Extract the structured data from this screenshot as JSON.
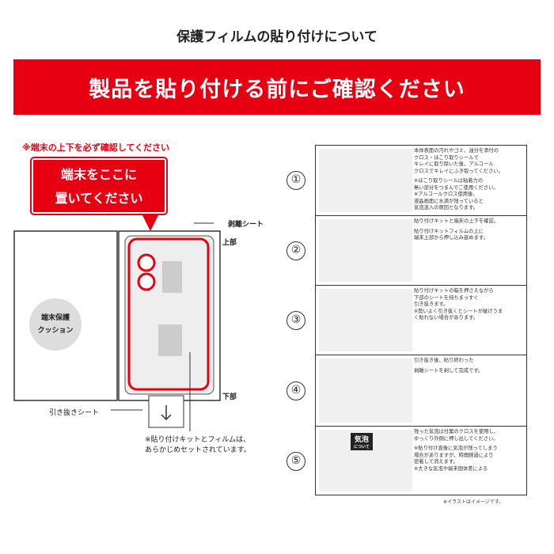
{
  "title": "保護フィルムの貼り付けについて",
  "banner": "製品を貼り付ける前にご確認ください",
  "warning": "※端末の上下を必ず確認してください",
  "callout": [
    "端末をここに",
    "置いてください"
  ],
  "labels": {
    "peel_sheet": "剥離シート",
    "top": "上部",
    "bottom": "下部",
    "pull_sheet": "引き抜きシート",
    "cushion": [
      "端末保護",
      "クッション"
    ],
    "kit_note": [
      "※貼り付けキットとフィルムは、",
      "あらかじめセットされています。"
    ]
  },
  "steps": [
    {
      "num": "①",
      "text": [
        "本体表面の汚れやゴミ、油分を添付の",
        "クロス・ほこり取りシールで",
        "キレイに取り除いた後、アルコール",
        "クロスでキレイにふき取ってください。",
        "",
        "※ほこり取りシールは粘着力の",
        "無い部分をつまんでご使用ください。",
        "※アルコールクロス使用後、",
        "液晶画面に水滴が残っていると",
        "気泡混入の原因となります。"
      ]
    },
    {
      "num": "②",
      "text": [
        "貼り付けキットと端末の上下を確認。",
        "",
        "貼り付けキットフィルムの上に",
        "端末上部から押し込み嵌めます。"
      ]
    },
    {
      "num": "③",
      "text": [
        "貼り付けキットの箱を押さえながら",
        "下部のシートを持ちまっすぐ",
        "引き抜きます。",
        "※勢いよく引き抜くとシートが破けうま",
        "く貼れない場合があります。"
      ]
    },
    {
      "num": "④",
      "text": [
        "引き抜き後、貼り終わった",
        "",
        "剥離シートを剥して完成です。"
      ]
    },
    {
      "num": "⑤",
      "text": [
        "残った気泡は付属のクロスを使用し、",
        "ゆっくり外側に押し出してください。",
        "",
        "※貼り付け直後に気泡が残ってしまう",
        "場合がありますが、時間経過により",
        "密着して消えます。",
        "※大きな気泡や端末個体差による"
      ],
      "badge": "気泡",
      "badge_sub": "について"
    }
  ],
  "note": "※イラストはイメージです。",
  "colors": {
    "accent": "#e60012"
  }
}
